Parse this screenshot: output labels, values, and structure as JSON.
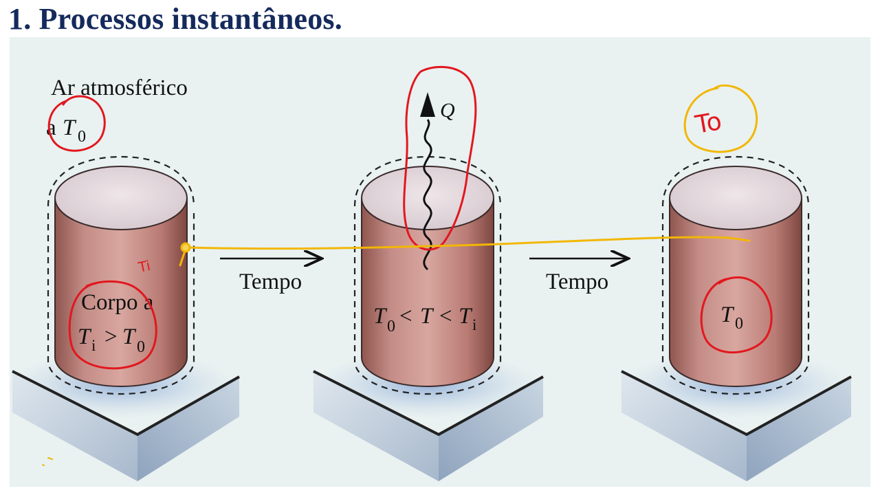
{
  "title": "1. Processos instantâneos.",
  "labels": {
    "air": "Ar atmosférico",
    "air_a": "a",
    "T": "T",
    "sub0": "0",
    "subi": "i",
    "Q": "Q",
    "body1_line1": "Corpo a",
    "gt": ">",
    "lt": "<",
    "time1": "Tempo",
    "time2": "Tempo"
  },
  "annotations": {
    "ti_note": "Ti",
    "t0_note": "To"
  },
  "colors": {
    "title": "#152a5c",
    "background": "#e9f1f1",
    "cylinder": "#c48c86",
    "cylinder_top": "#e6dcdf",
    "red_ink": "#e2171e",
    "yellow_ink": "#f2b705"
  }
}
